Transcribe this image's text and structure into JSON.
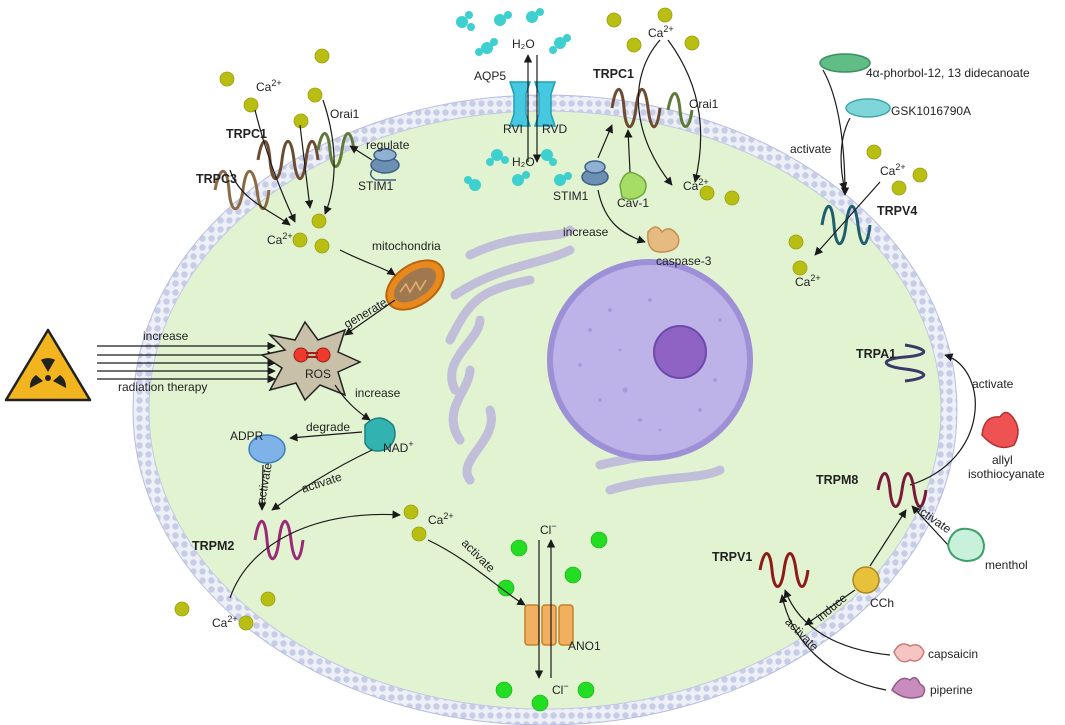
{
  "colors": {
    "cytoplasm": "#e2f3d2",
    "membrane": "#c9cfe8",
    "calcium": "#b9bf12",
    "chloride": "#22dd22",
    "water": "#3ecfcf",
    "nucleus": "#bdb3e8",
    "nucleolus": "#8f63c4",
    "mitochondria": "#e8891e",
    "hazard": "#f2b51f"
  },
  "labels": {
    "ca_top_left": "Ca",
    "ca_top_mid": "Ca",
    "ca_mid_left": "Ca",
    "ca_inner_top": "Ca",
    "ca_trpv4_out": "Ca",
    "ca_trpv4_in": "Ca",
    "ca_trpm2_in": "Ca",
    "ca_trpm2_out": "Ca",
    "ca_sup": "2+",
    "orai1_left": "Orai1",
    "orai1_right": "Orai1",
    "trpc1_left": "TRPC1",
    "trpc1_right": "TRPC1",
    "trpc3": "TRPC3",
    "regulate": "regulate",
    "stim1_left": "STIM1",
    "stim1_right": "STIM1",
    "h2o_top": "H₂O",
    "h2o_bottom": "H₂O",
    "aqp5": "AQP5",
    "rvi": "RVI",
    "rvd": "RVD",
    "cav1": "Cav-1",
    "increase_casp": "increase",
    "caspase3": "caspase-3",
    "phorbol": "4α-phorbol-12, 13 didecanoate",
    "gsk": "GSK1016790A",
    "activate_trpv4": "activate",
    "trpv4": "TRPV4",
    "mitochondria": "mitochondria",
    "generate": "generate",
    "increase_rad": "increase",
    "radiation": "radiation therapy",
    "ros": "ROS",
    "increase_nad": "increase",
    "nad": "NAD",
    "nad_sup": "+",
    "adpr": "ADPR",
    "degrade": "degrade",
    "activate_nad": "activate",
    "activate_adpr": "activate",
    "trpm2": "TRPM2",
    "activate_ano1": "activate",
    "cl_top": "Cl",
    "cl_bottom": "Cl",
    "cl_sup": "−",
    "ano1": "ANO1",
    "trpa1": "TRPA1",
    "activate_trpa1": "activate",
    "allyl1": "allyl",
    "allyl2": "isothiocyanate",
    "trpm8": "TRPM8",
    "activate_trpm8": "activate",
    "menthol": "menthol",
    "cch": "CCh",
    "induce": "induce",
    "trpv1": "TRPV1",
    "activate_trpv1": "activate",
    "capsaicin": "capsaicin",
    "piperine": "piperine"
  }
}
